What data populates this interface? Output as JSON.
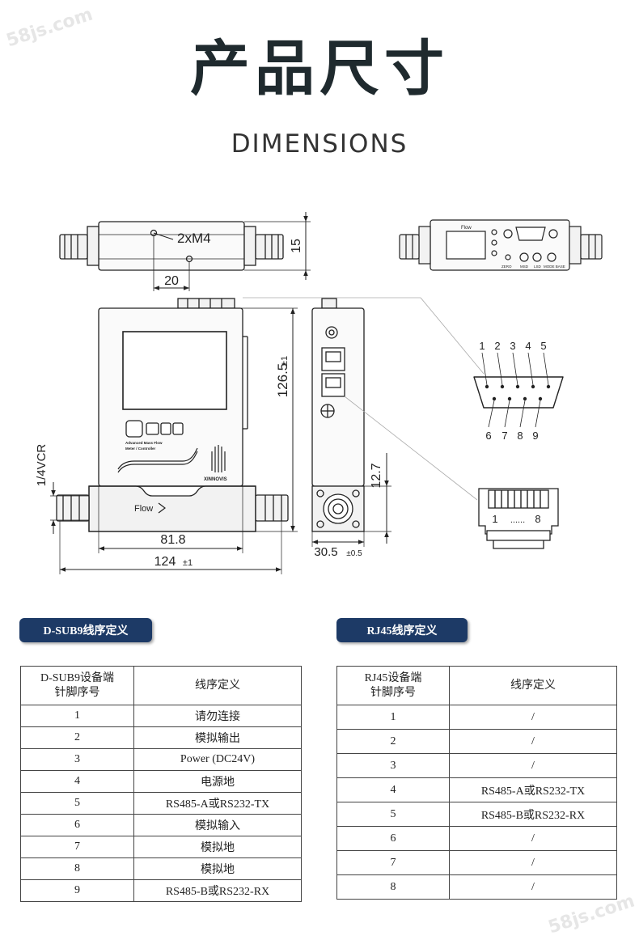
{
  "header": {
    "title": "产品尺寸",
    "subtitle": "DIMENSIONS",
    "watermark": "58js.com"
  },
  "drawing": {
    "labels": {
      "thread": "2xM4",
      "dim_15": "15",
      "dim_20": "20",
      "dim_126_5": "126.5",
      "tol_126_5": "±1",
      "dim_12_7": "12.7",
      "dim_1_4vcr": "1/4VCR",
      "dim_81_8": "81.8",
      "dim_124": "124",
      "tol_124": "±1",
      "dim_30_5": "30.5",
      "tol_30_5": "±0.5",
      "flow": "Flow",
      "brand": "XINNOVIS",
      "product_line1": "Advanced Mass Flow",
      "product_line2": "Meter / Controller",
      "rear_flow": "Flow",
      "rear_zero": "ZERO",
      "rear_msd": "MSD",
      "rear_lsd": "LSD",
      "rear_mode": "MODE BASE",
      "rj45_pin_first": "1",
      "rj45_pin_dots": "......",
      "rj45_pin_last": "8"
    },
    "dsub_top_pins": [
      "1",
      "2",
      "3",
      "4",
      "5"
    ],
    "dsub_bottom_pins": [
      "6",
      "7",
      "8",
      "9"
    ]
  },
  "dsub": {
    "badge": "D-SUB9线序定义",
    "headers": [
      "D-SUB9设备端\n针脚序号",
      "线序定义"
    ],
    "rows": [
      [
        "1",
        "请勿连接"
      ],
      [
        "2",
        "模拟输出"
      ],
      [
        "3",
        "Power (DC24V)"
      ],
      [
        "4",
        "电源地"
      ],
      [
        "5",
        "RS485-A或RS232-TX"
      ],
      [
        "6",
        "模拟输入"
      ],
      [
        "7",
        "模拟地"
      ],
      [
        "8",
        "模拟地"
      ],
      [
        "9",
        "RS485-B或RS232-RX"
      ]
    ]
  },
  "rj45": {
    "badge": "RJ45线序定义",
    "headers": [
      "RJ45设备端\n针脚序号",
      "线序定义"
    ],
    "rows": [
      [
        "1",
        "/"
      ],
      [
        "2",
        "/"
      ],
      [
        "3",
        "/"
      ],
      [
        "4",
        "RS485-A或RS232-TX"
      ],
      [
        "5",
        "RS485-B或RS232-RX"
      ],
      [
        "6",
        "/"
      ],
      [
        "7",
        "/"
      ],
      [
        "8",
        "/"
      ]
    ]
  }
}
